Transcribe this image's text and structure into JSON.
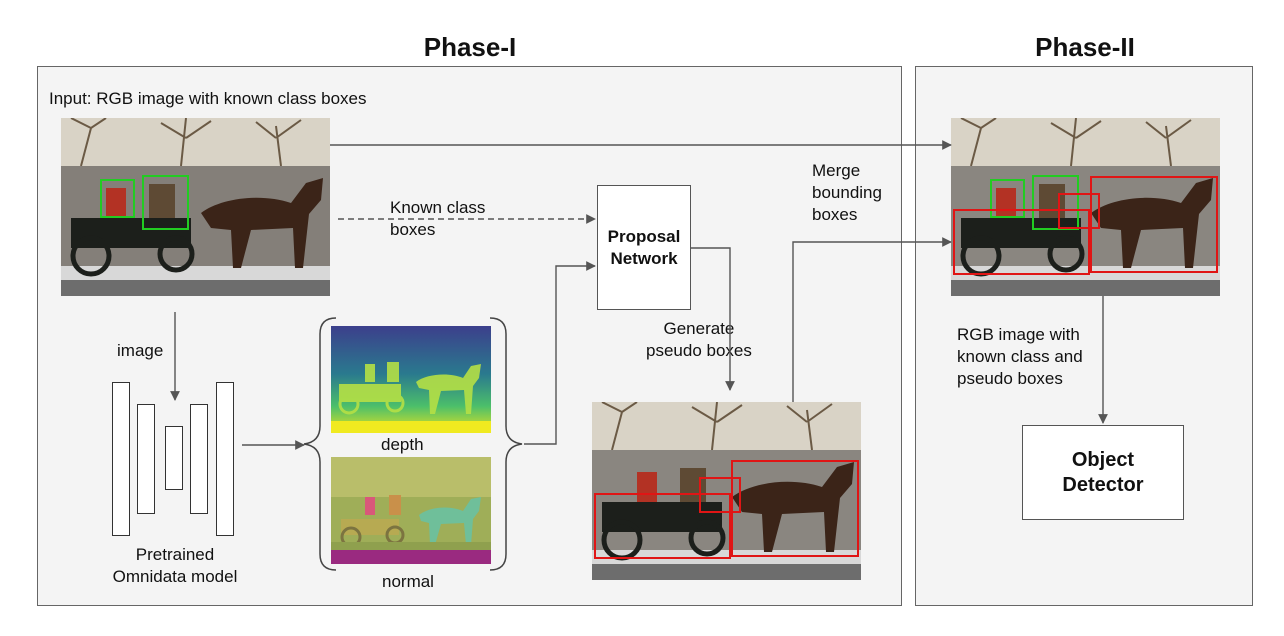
{
  "phase1": {
    "title": "Phase-I"
  },
  "phase2": {
    "title": "Phase-II"
  },
  "labels": {
    "input": "Input: RGB image with known class boxes",
    "known_class_line1": "Known class",
    "known_class_line2": "boxes",
    "image": "image",
    "depth": "depth",
    "normal": "normal",
    "omnidata_line1": "Pretrained",
    "omnidata_line2": "Omnidata model",
    "generate_line1": "Generate",
    "generate_line2": "pseudo boxes",
    "merge_line1": "Merge",
    "merge_line2": "bounding",
    "merge_line3": "boxes",
    "rgb_line1": "RGB image with",
    "rgb_line2": "known class and",
    "rgb_line3": "pseudo boxes"
  },
  "boxes": {
    "proposal_line1": "Proposal",
    "proposal_line2": "Network",
    "detector_line1": "Object",
    "detector_line2": "Detector"
  },
  "colors": {
    "known_box": "#22cc22",
    "pseudo_box": "#e01515",
    "arrow": "#555555"
  }
}
